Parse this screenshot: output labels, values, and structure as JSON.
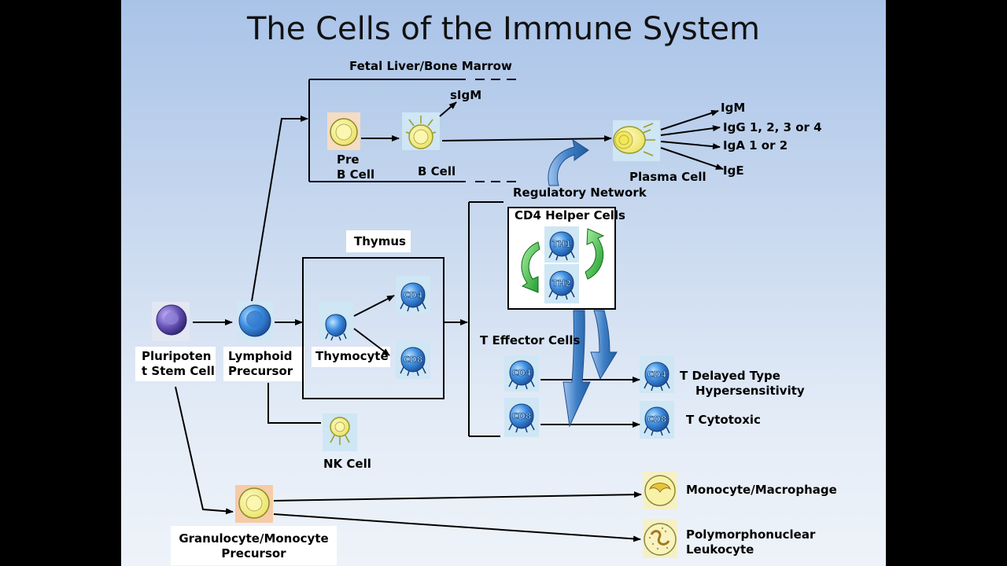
{
  "title": "The Cells of the Immune System",
  "labels": {
    "fetal_liver": "Fetal Liver/Bone Marrow",
    "sigm": "sIgM",
    "pre": "Pre",
    "b_cell_pre": "B Cell",
    "b_cell": "B Cell",
    "plasma_cell": "Plasma Cell",
    "igm": "IgM",
    "igg": "IgG 1, 2, 3 or 4",
    "iga": "IgA 1 or 2",
    "ige": "IgE",
    "regulatory_network": "Regulatory Network",
    "cd4_helper": "CD4 Helper Cells",
    "thymus": "Thymus",
    "pluripotent_1": "Pluripoten",
    "pluripotent_2": "t Stem Cell",
    "lymphoid_1": "Lymphoid",
    "lymphoid_2": "Precursor",
    "thymocyte": "Thymocyte",
    "t_effector": "T Effector Cells",
    "t_delayed_1": "T Delayed Type",
    "t_delayed_2": "Hypersensitivity",
    "t_cytotoxic": "T Cytotoxic",
    "nk_cell": "NK Cell",
    "granulocyte_1": "Granulocyte/Monocyte",
    "granulocyte_2": "Precursor",
    "monocyte": "Monocyte/Macrophage",
    "poly_1": "Polymorphonuclear",
    "poly_2": "Leukocyte"
  },
  "cell_markers": {
    "cd4": "CD4",
    "cd8": "CD8",
    "th1": "TH1",
    "th2": "TH2"
  },
  "colors": {
    "b_lineage_yellow": "#f2ef86",
    "t_lineage_blue": "#2a72c2",
    "stem_purple": "#6a55b8",
    "big_arrow_blue": "#3f7fc6",
    "cycle_green": "#2fbf3a"
  }
}
